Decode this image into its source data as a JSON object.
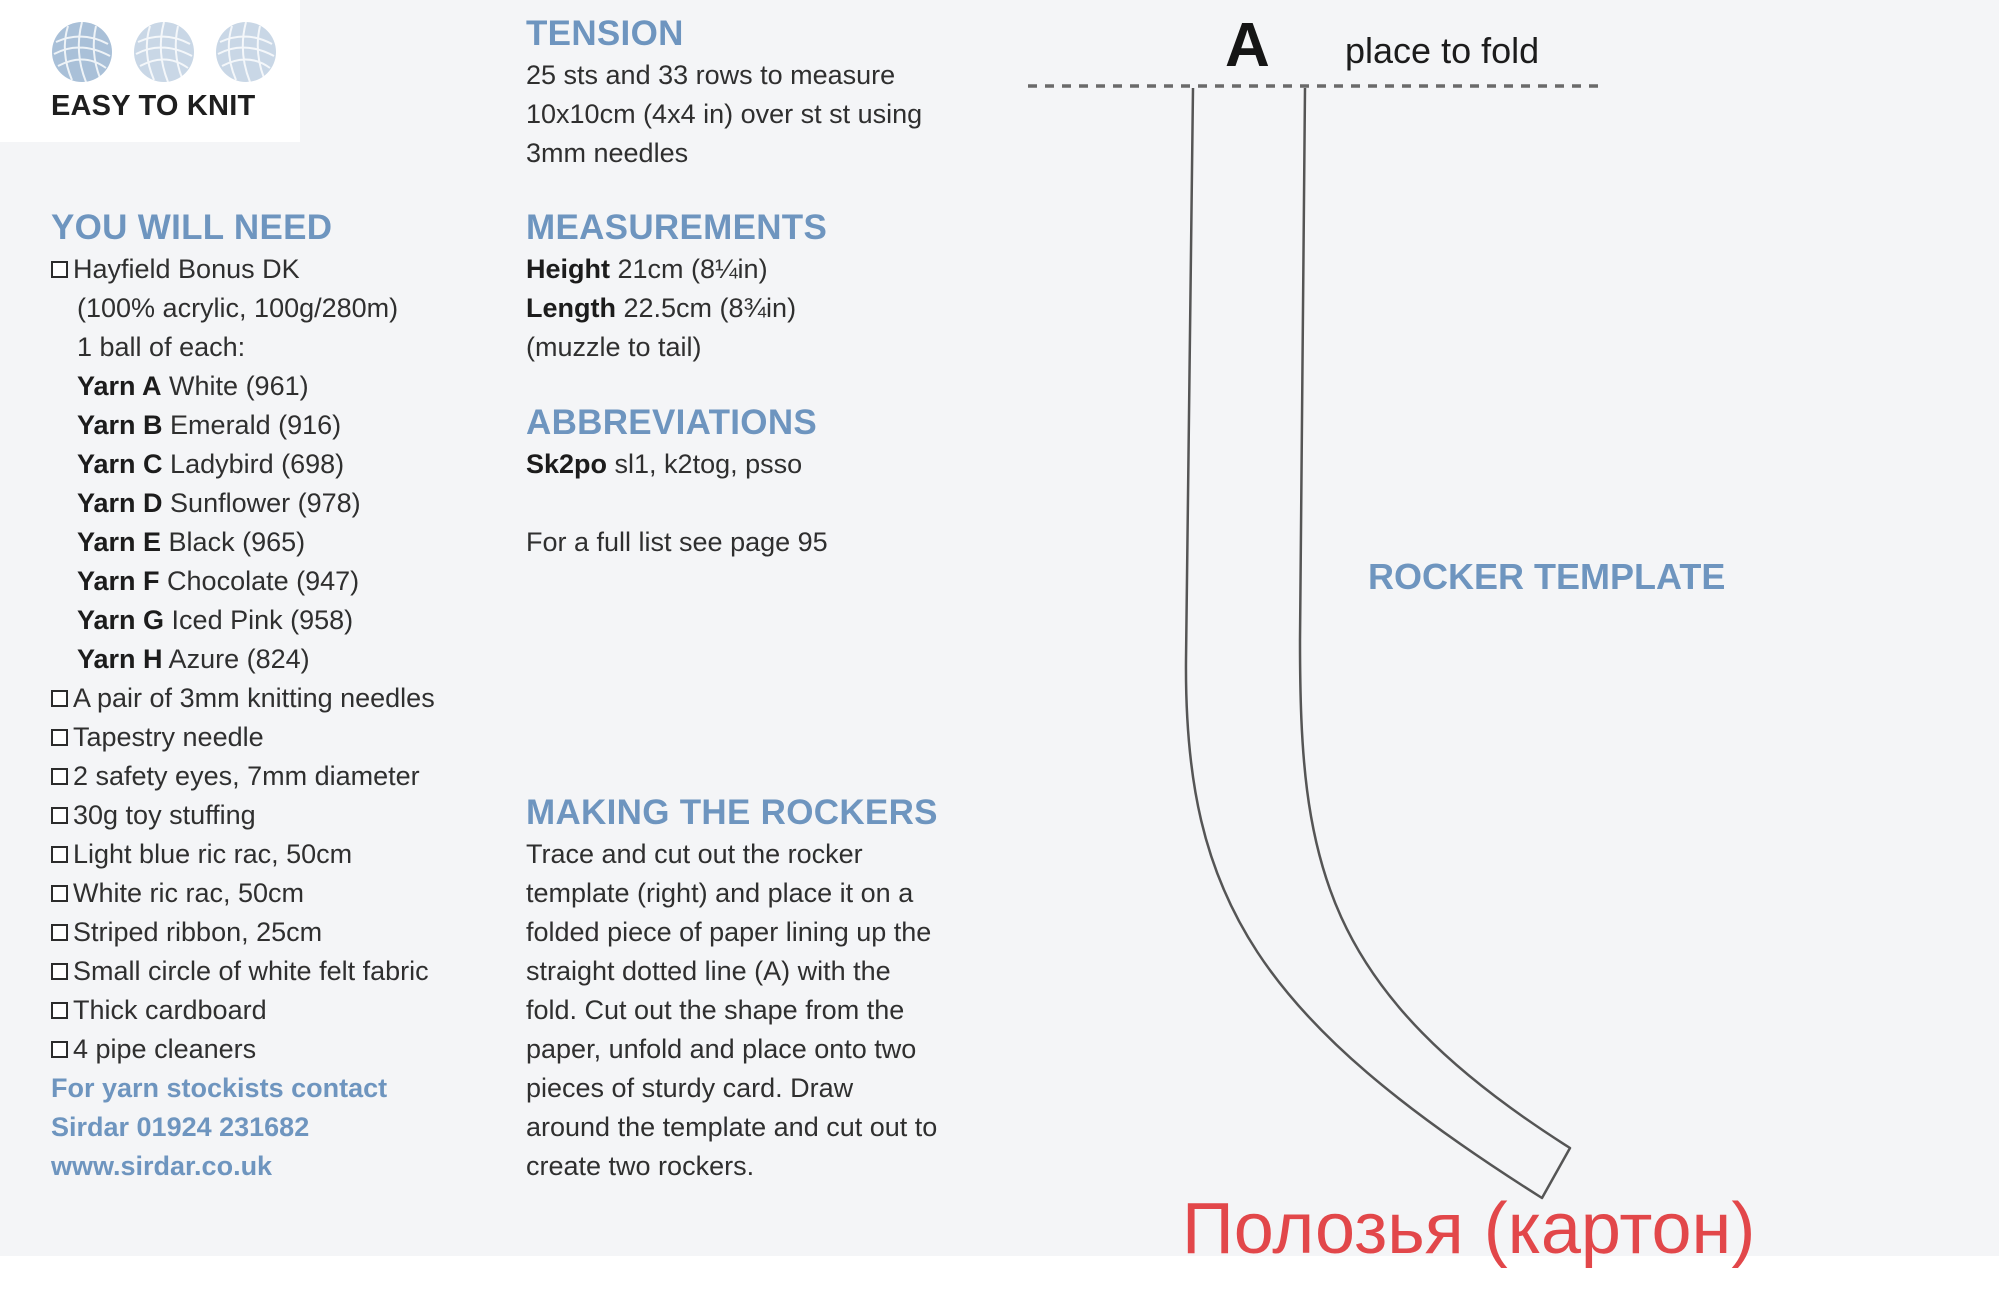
{
  "badge": {
    "label": "EASY TO KNIT",
    "ball_count": 3
  },
  "you_will_need": {
    "heading": "YOU WILL NEED",
    "yarn_name": "Hayfield Bonus DK",
    "yarn_spec": "(100% acrylic, 100g/280m)",
    "yarn_qty": "1 ball of each:",
    "yarns": [
      {
        "label": "Yarn A",
        "desc": " White (961)"
      },
      {
        "label": "Yarn B",
        "desc": " Emerald (916)"
      },
      {
        "label": "Yarn C",
        "desc": " Ladybird (698)"
      },
      {
        "label": "Yarn D",
        "desc": " Sunflower (978)"
      },
      {
        "label": "Yarn E",
        "desc": " Black (965)"
      },
      {
        "label": "Yarn F",
        "desc": " Chocolate (947)"
      },
      {
        "label": "Yarn G",
        "desc": " Iced Pink (958)"
      },
      {
        "label": "Yarn H",
        "desc": " Azure (824)"
      }
    ],
    "items": [
      "A pair of 3mm knitting needles",
      "Tapestry needle",
      "2 safety eyes, 7mm diameter",
      "30g toy stuffing",
      "Light blue ric rac, 50cm",
      "White ric rac, 50cm",
      "Striped ribbon, 25cm",
      "Small circle of white felt fabric",
      "Thick cardboard",
      "4 pipe cleaners"
    ],
    "contact": [
      "For yarn stockists contact",
      "Sirdar 01924 231682",
      "www.sirdar.co.uk"
    ]
  },
  "tension": {
    "heading": "TENSION",
    "lines": [
      "25 sts and 33 rows to measure",
      "10x10cm (4x4 in) over st st using",
      "3mm needles"
    ]
  },
  "measurements": {
    "heading": "MEASUREMENTS",
    "height_label": "Height",
    "height_value": " 21cm (8¼in)",
    "length_label": "Length",
    "length_value": " 22.5cm (8¾in)",
    "note": "(muzzle to tail)"
  },
  "abbreviations": {
    "heading": "ABBREVIATIONS",
    "term": "Sk2po",
    "meaning": " sl1, k2tog, psso",
    "note": "For a full list see page 95"
  },
  "making_rockers": {
    "heading": "MAKING THE ROCKERS",
    "lines": [
      "Trace and cut out the rocker",
      "template (right) and place it on a",
      "folded piece of paper lining up the",
      "straight dotted line (A) with the",
      "fold. Cut out the shape from the",
      "paper, unfold and place onto two",
      "pieces of sturdy card. Draw",
      "around the template and cut out to",
      "create two rockers."
    ]
  },
  "template": {
    "fold_marker": "A",
    "fold_label": "place to fold",
    "title": "ROCKER TEMPLATE",
    "note": "Полозья (картон)"
  },
  "colors": {
    "accent": "#6e95bf",
    "note_red": "#e2474a",
    "text": "#2b2b2b",
    "background": "#f4f5f7"
  }
}
